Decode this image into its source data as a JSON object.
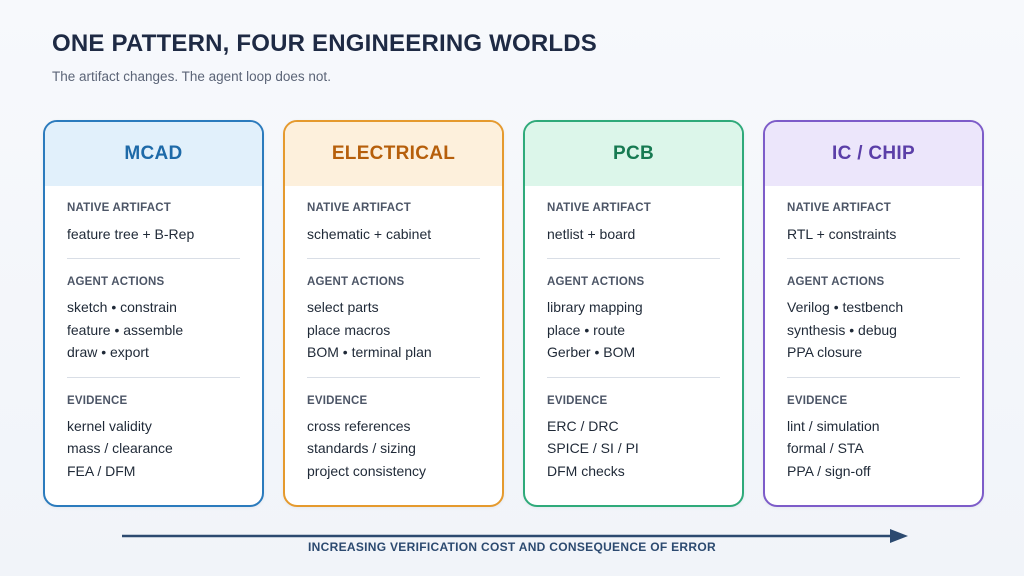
{
  "header": {
    "title": "ONE PATTERN, FOUR ENGINEERING WORLDS",
    "subtitle": "The artifact changes. The agent loop does not."
  },
  "labels": {
    "native_artifact": "NATIVE ARTIFACT",
    "agent_actions": "AGENT ACTIONS",
    "evidence": "EVIDENCE"
  },
  "cards": [
    {
      "title": "MCAD",
      "accent": "#2b7bbd",
      "head_bg": "#e1f0fb",
      "head_text": "#1e6aa8",
      "native_artifact": "feature tree + B-Rep",
      "agent_actions": [
        "sketch • constrain",
        "feature • assemble",
        "draw • export"
      ],
      "evidence": [
        "kernel validity",
        "mass / clearance",
        "FEA / DFM"
      ]
    },
    {
      "title": "ELECTRICAL",
      "accent": "#e59a2e",
      "head_bg": "#fdf0dc",
      "head_text": "#b65f0b",
      "native_artifact": "schematic + cabinet",
      "agent_actions": [
        "select parts",
        "place macros",
        "BOM • terminal plan"
      ],
      "evidence": [
        "cross references",
        "standards / sizing",
        "project consistency"
      ]
    },
    {
      "title": "PCB",
      "accent": "#2faa7a",
      "head_bg": "#dcf6ea",
      "head_text": "#177a52",
      "native_artifact": "netlist + board",
      "agent_actions": [
        "library mapping",
        "place • route",
        "Gerber • BOM"
      ],
      "evidence": [
        "ERC / DRC",
        "SPICE / SI / PI",
        "DFM checks"
      ]
    },
    {
      "title": "IC / CHIP",
      "accent": "#7d5cc9",
      "head_bg": "#ece6fb",
      "head_text": "#5b3fa8",
      "native_artifact": "RTL + constraints",
      "agent_actions": [
        "Verilog • testbench",
        "synthesis • debug",
        "PPA closure"
      ],
      "evidence": [
        "lint / simulation",
        "formal / STA",
        "PPA / sign-off"
      ]
    }
  ],
  "footer": {
    "arrow_caption": "INCREASING VERIFICATION COST AND CONSEQUENCE OF ERROR",
    "arrow_color": "#2c4a70"
  }
}
